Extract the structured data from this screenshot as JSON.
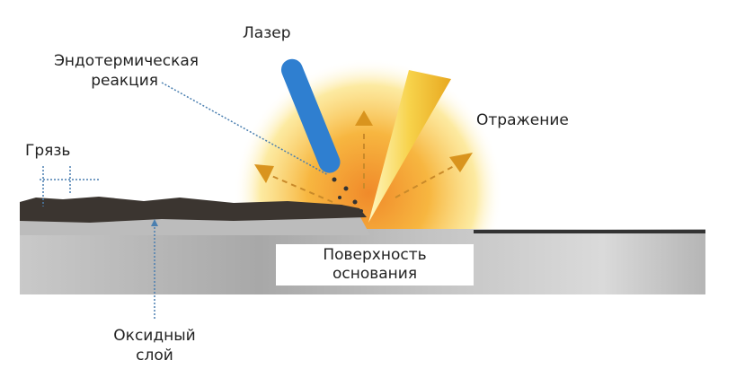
{
  "labels": {
    "laser": "Лазер",
    "endothermic_line1": "Эндотермическая",
    "endothermic_line2": "реакция",
    "reflection": "Отражение",
    "dirt": "Грязь",
    "oxide_line1": "Оксидный",
    "oxide_line2": "слой",
    "base_line1": "Поверхность",
    "base_line2": "основания"
  },
  "colors": {
    "laser": "#2f7fd0",
    "reflection": "#f7d24a",
    "arrow": "#d9941e",
    "dirt": "#3b3530",
    "base": "#b8b8b8"
  }
}
